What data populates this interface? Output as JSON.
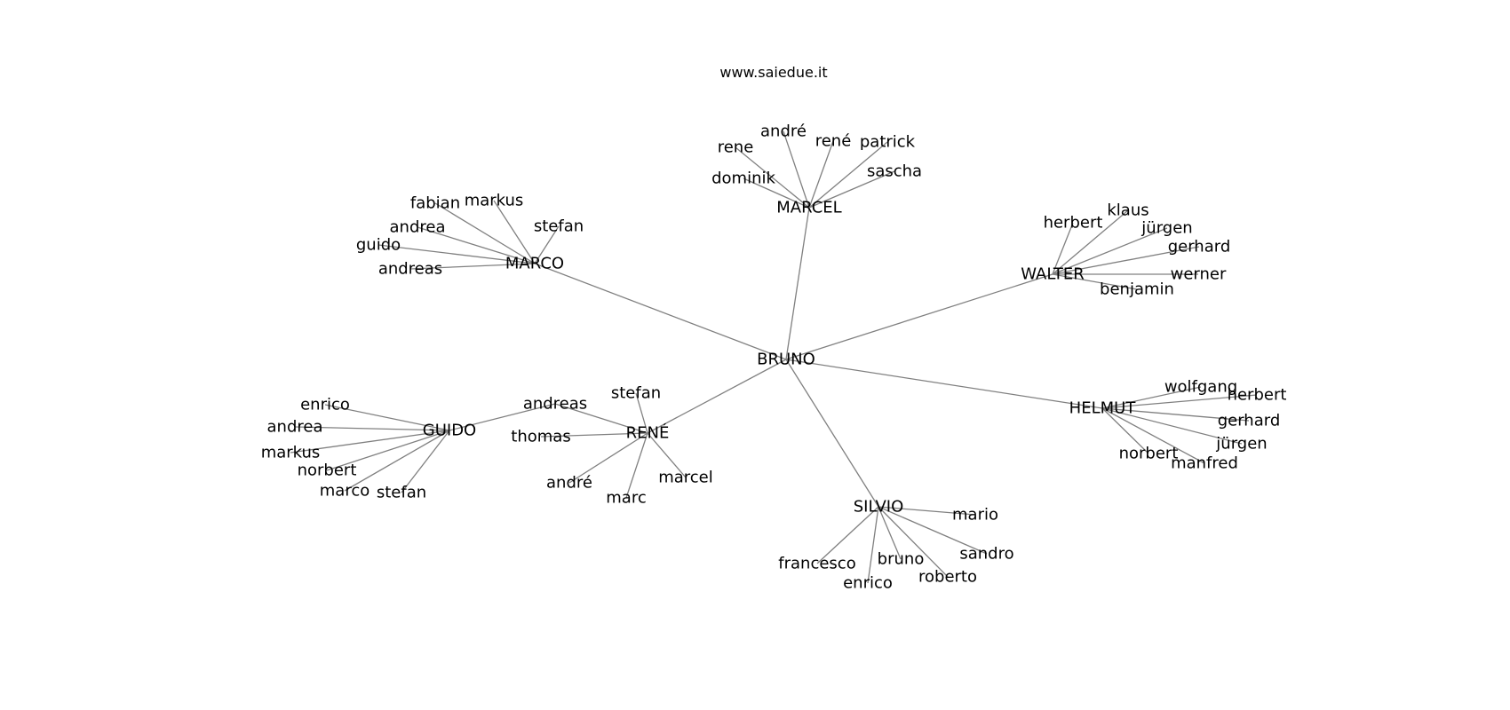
{
  "caption": "www.saiedue.it",
  "colors": {
    "edge": "#808080",
    "text": "#000000",
    "background": "#ffffff"
  },
  "graph": {
    "root": "BRUNO",
    "clusters": [
      {
        "id": "MARCEL",
        "label": "MARCEL",
        "leaves": [
          "rene",
          "andré",
          "rené",
          "patrick",
          "dominik",
          "sascha"
        ]
      },
      {
        "id": "MARCO",
        "label": "MARCO",
        "leaves": [
          "fabian",
          "markus",
          "andrea",
          "stefan",
          "guido",
          "andreas"
        ]
      },
      {
        "id": "WALTER",
        "label": "WALTER",
        "leaves": [
          "herbert",
          "klaus",
          "jürgen",
          "gerhard",
          "werner",
          "benjamin"
        ]
      },
      {
        "id": "RENE",
        "label": "RENÉ",
        "leaves": [
          "stefan",
          "andreas",
          "thomas",
          "andré",
          "marc",
          "marcel"
        ]
      },
      {
        "id": "HELMUT",
        "label": "HELMUT",
        "leaves": [
          "wolfgang",
          "herbert",
          "gerhard",
          "jürgen",
          "norbert",
          "manfred"
        ]
      },
      {
        "id": "SILVIO",
        "label": "SILVIO",
        "leaves": [
          "mario",
          "sandro",
          "francesco",
          "bruno",
          "roberto",
          "enrico"
        ]
      }
    ],
    "guido_branch": {
      "id": "GUIDO",
      "label": "GUIDO",
      "attached_to": "RENE.andreas",
      "leaves": [
        "enrico",
        "andrea",
        "markus",
        "norbert",
        "marco",
        "stefan"
      ]
    }
  }
}
